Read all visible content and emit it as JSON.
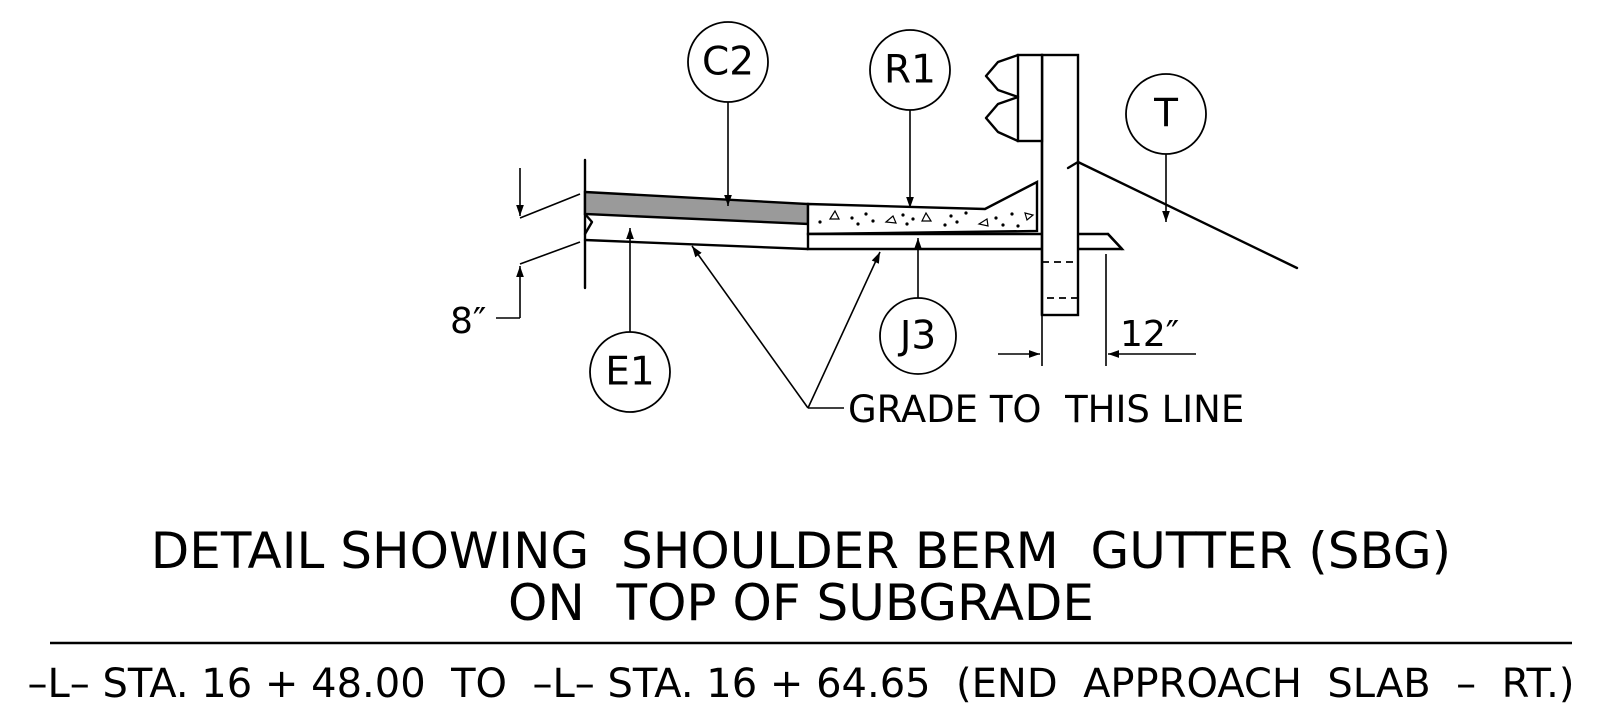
{
  "callouts": {
    "c2": "C2",
    "r1": "R1",
    "t": "T",
    "e1": "E1",
    "j3": "J3"
  },
  "dimensions": {
    "thickness": "8″",
    "post_offset": "12″"
  },
  "note": "GRADE TO  THIS LINE",
  "title": {
    "line1": "DETAIL SHOWING  SHOULDER BERM  GUTTER (SBG)",
    "line2": "ON  TOP OF SUBGRADE"
  },
  "station": "–L– STA. 16 + 48.00  TO  –L– STA. 16 + 64.65  (END  APPROACH  SLAB  –  RT.)",
  "colors": {
    "ink": "#000000",
    "asphalt_fill": "#9a9a9a",
    "background": "#ffffff"
  }
}
